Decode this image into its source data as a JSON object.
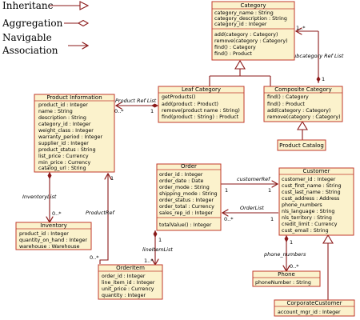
{
  "legend": {
    "inheritance": "Inheritanc",
    "aggregation": "Aggregation",
    "navigable_1": "Navigable",
    "navigable_2": "Association"
  },
  "classes": {
    "category": {
      "title": "Category",
      "attrs": [
        "category_name : String",
        "category_description : String",
        "category_id : Integer"
      ],
      "ops": [
        "add(category : Category)",
        "remove(category : Category)",
        "find() : Category",
        "find() : Product"
      ]
    },
    "product_information": {
      "title": "Product Information",
      "attrs": [
        "product_id : Integer",
        "name : String",
        "description : String",
        "category_id : Integer",
        "weight_class : Integer",
        "warranty_period : Integer",
        "supplier_id : Integer",
        "product_status : String",
        "list_price : Currency",
        "min_price : Currency",
        "catalog_url : String"
      ]
    },
    "leaf_category": {
      "title": "Leaf Category",
      "ops": [
        "getProducts()",
        "add(product : Product)",
        "remove(product name : String)",
        "find(product : String) : Product"
      ]
    },
    "composite_category": {
      "title": "Composite Category",
      "ops": [
        "find() : Category",
        "find() : Product",
        "add(category : Category)",
        "remove(category : Category)"
      ]
    },
    "product_catalog": {
      "title": "Product Catalog"
    },
    "order": {
      "title": "Order",
      "attrs": [
        "order_id : Integer",
        "order_date : Date",
        "order_mode : String",
        "shipping_mode : String",
        "order_status : Integer",
        "order_total : Currency",
        "sales_rep_id : Integer"
      ],
      "ops": [
        "totalValue() : Integer"
      ]
    },
    "customer": {
      "title": "Customer",
      "attrs": [
        "customer_id : Integer",
        "cust_first_name : String",
        "cust_last_name : String",
        "cust_address : Address",
        "phone_numbers",
        "nls_language : String",
        "nls_territory : String",
        "credit_limit : Currency",
        "cust_email : String"
      ]
    },
    "inventory": {
      "title": "Inventory",
      "attrs": [
        "product_id : Integer",
        "quantity_on_hand : Integer",
        "warehouse : Warehouse"
      ]
    },
    "order_item": {
      "title": "OrderItem",
      "attrs": [
        "order_id : Integer",
        "line_item_id : Integer",
        "unit_price : Currency",
        "quantity : Integer"
      ]
    },
    "phone": {
      "title": "Phone",
      "attrs": [
        "phoneNumber : String"
      ]
    },
    "corporate_customer": {
      "title": "CorporateCustomer",
      "attrs": [
        "account_mgr_id : Integer"
      ]
    }
  },
  "associations": {
    "subcategory": {
      "label": "Subcategory Ref List",
      "mult_far": "1..*",
      "mult_near": "1"
    },
    "product_ref_list": {
      "label": "Product Ref List",
      "mult_far": "0..*",
      "mult_near": "1"
    },
    "inventory_list": {
      "label": "InventoryList",
      "mult_far": "0..*"
    },
    "product_ref": {
      "label": "ProductRef",
      "mult_far": "1",
      "mult_near": "0..*"
    },
    "line_item_list": {
      "label": "lineItemList",
      "mult_far": "1",
      "mult_near": "1..*"
    },
    "customer_ref": {
      "label": "customerRef",
      "mult_far": "1",
      "mult_near": "1"
    },
    "order_list": {
      "label": "OrderList",
      "mult_far": "0..*",
      "mult_near": "1"
    },
    "phone_numbers": {
      "label": "phone_numbers",
      "mult_far": "1",
      "mult_near": "0..*"
    }
  },
  "colors": {
    "box_fill": "#fbf2cc",
    "box_border": "#c0392b",
    "edge": "#8b1a1a"
  }
}
